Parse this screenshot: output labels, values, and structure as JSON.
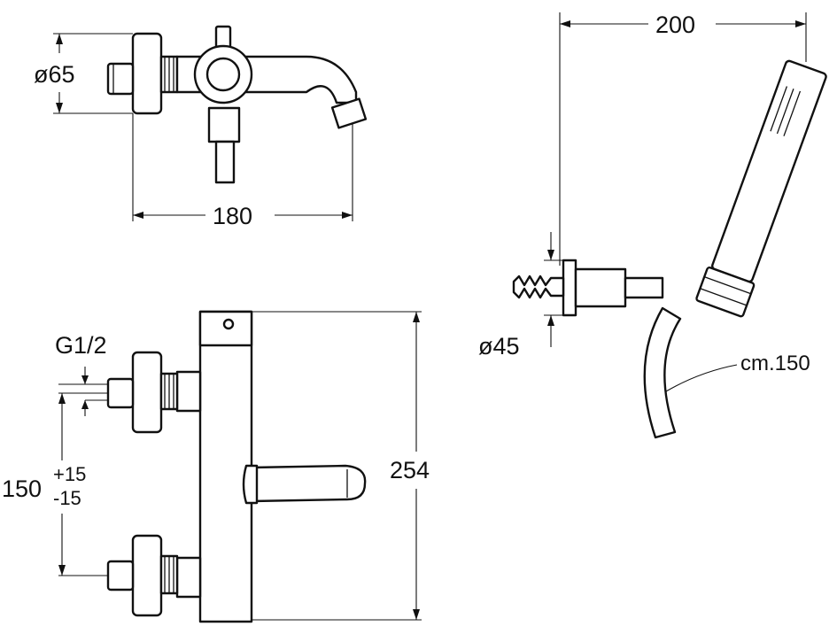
{
  "dimensions": {
    "spout_diameter": "ø65",
    "spout_length": "180",
    "connection_thread": "G1/2",
    "center_distance": "150",
    "center_tolerance_plus": "+15",
    "center_tolerance_minus": "-15",
    "mixer_height": "254",
    "handshower_length": "200",
    "holder_diameter": "ø45",
    "hose_length": "cm.150"
  },
  "colors": {
    "line": "#111111",
    "background": "#ffffff"
  }
}
